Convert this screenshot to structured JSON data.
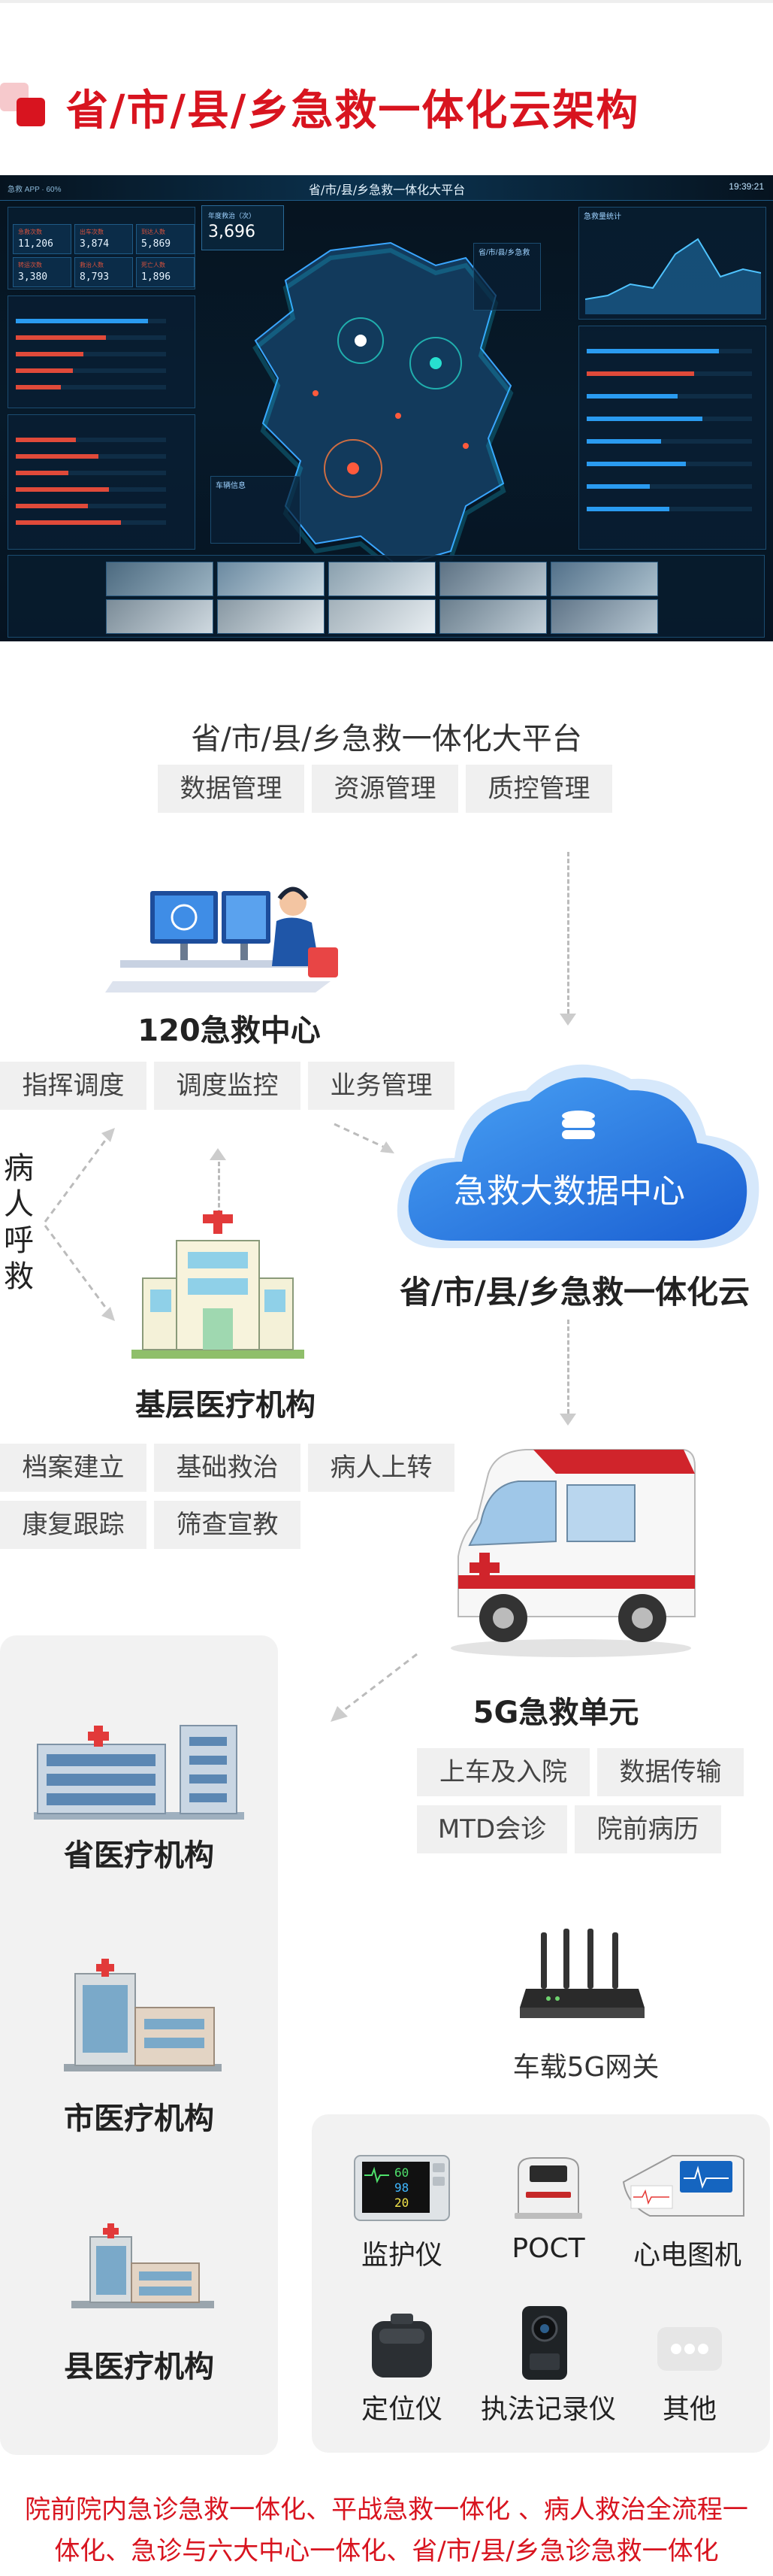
{
  "page": {
    "title": "省/市/县/乡急救一体化云架构"
  },
  "dashboard": {
    "title": "省/市/县/乡急救一体化大平台",
    "time": "19:39:21",
    "top_left_info": "急救  APP  · 60%",
    "big_number_label": "年度救治（次）",
    "big_number": "3,696",
    "stats": [
      {
        "label": "急救次数",
        "value": "11,206"
      },
      {
        "label": "出车次数",
        "value": "3,874"
      },
      {
        "label": "到达人数",
        "value": "5,869"
      },
      {
        "label": "转运次数",
        "value": "3,380"
      },
      {
        "label": "救治人数",
        "value": "8,793"
      },
      {
        "label": "死亡人数",
        "value": "1,896"
      }
    ],
    "right_top_label": "急救量统计",
    "popup_title": "省/市/县/乡急救",
    "vehicle_panel_title": "车辆信息"
  },
  "platform": {
    "title": "省/市/县/乡急救一体化大平台",
    "chips": [
      "数据管理",
      "资源管理",
      "质控管理"
    ]
  },
  "center_120": {
    "title": "120急救中心",
    "chips": [
      "指挥调度",
      "调度监控",
      "业务管理"
    ]
  },
  "patient_call": [
    "病",
    "人",
    "呼",
    "救"
  ],
  "cloud": {
    "label": "急救大数据中心",
    "caption": "省/市/县/乡急救一体化云"
  },
  "grassroots": {
    "title": "基层医疗机构",
    "chips": [
      "档案建立",
      "基础救治",
      "病人上转",
      "康复跟踪",
      "筛查宣教"
    ]
  },
  "unit_5g": {
    "title": "5G急救单元",
    "chips": [
      "上车及入院",
      "数据传输",
      "MTD会诊",
      "院前病历"
    ]
  },
  "institutions": [
    {
      "label": "省医疗机构"
    },
    {
      "label": "市医疗机构"
    },
    {
      "label": "县医疗机构"
    }
  ],
  "gateway": {
    "label": "车载5G网关"
  },
  "devices": [
    {
      "label": "监护仪",
      "icon": "monitor-icon",
      "readout": [
        "60",
        "98",
        "20"
      ]
    },
    {
      "label": "POCT",
      "icon": "poct-icon"
    },
    {
      "label": "心电图机",
      "icon": "ecg-icon"
    },
    {
      "label": "定位仪",
      "icon": "locator-icon"
    },
    {
      "label": "执法记录仪",
      "icon": "recorder-icon"
    },
    {
      "label": "其他",
      "icon": "more-icon"
    }
  ],
  "footer": {
    "line1": "院前院内急诊急救一体化、平战急救一体化 、病人救治全流程一",
    "line2": "体化、急诊与六大中心一体化、省/市/县/乡急诊急救一体化"
  },
  "colors": {
    "brand_red": "#d8141f",
    "cloud_blue": "#1f74e0",
    "dashboard_bg": "#06131f"
  }
}
